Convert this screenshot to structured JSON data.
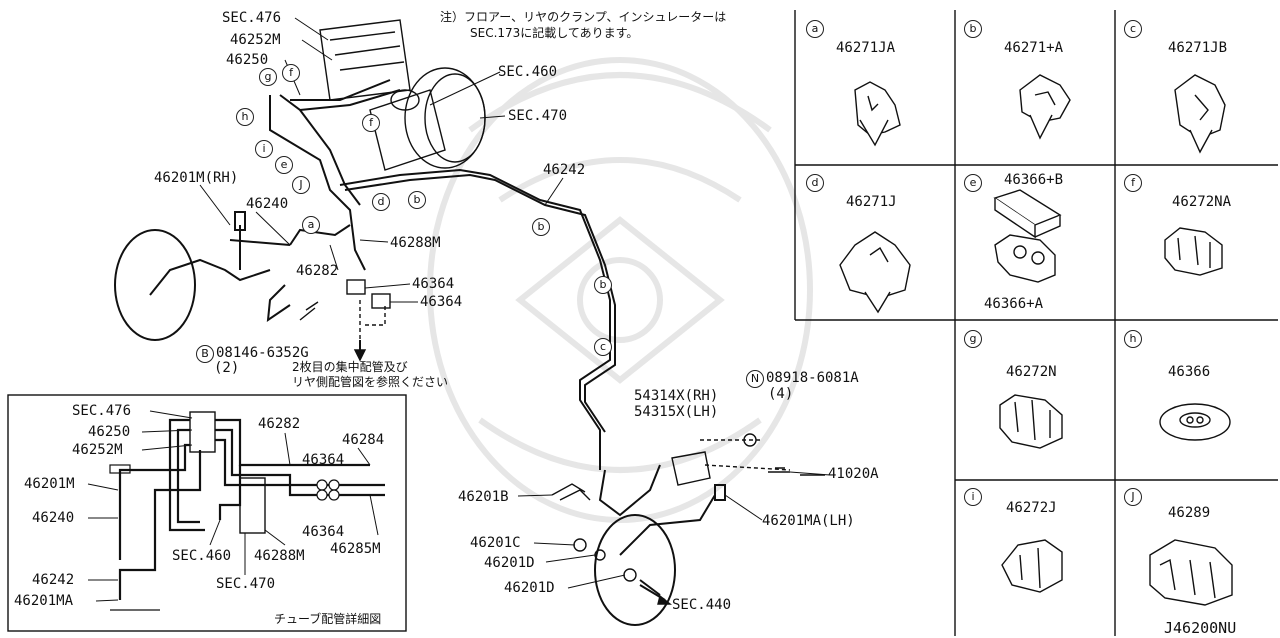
{
  "diagram_code": "J46200NU",
  "watermark": "samurai-helmet-watermark",
  "notes": {
    "top_note_line1": "注）フロアー、リヤのクランプ、インシュレーターは",
    "top_note_line2": "SEC.173に記載してあります。",
    "arrow_note_line1": "2枚目の集中配管及び",
    "arrow_note_line2": "リヤ側配管図を参照ください",
    "inset_caption": "チューブ配管詳細図"
  },
  "main_labels": {
    "sec476": "SEC.476",
    "p46252m": "46252M",
    "p46250": "46250",
    "sec460": "SEC.460",
    "sec470": "SEC.470",
    "p46201m_rh": "46201M(RH)",
    "p46240": "46240",
    "p46242": "46242",
    "p46288m": "46288M",
    "p46282": "46282",
    "p46364a": "46364",
    "p46364b": "46364",
    "bolt_b": "08146-6352G",
    "bolt_b_qty": "(2)",
    "nut_n": "08918-6081A",
    "nut_n_qty": "(4)",
    "p54314x": "54314X(RH)",
    "p54315x": "54315X(LH)",
    "p41020a": "41020A",
    "p46201b": "46201B",
    "p46201ma_lh": "46201MA(LH)",
    "p46201c": "46201C",
    "p46201d_1": "46201D",
    "p46201d_2": "46201D",
    "sec440": "SEC.440"
  },
  "callout_letters": {
    "g": "g",
    "f1": "f",
    "h": "h",
    "f2": "f",
    "i": "i",
    "e": "e",
    "j": "J",
    "a": "a",
    "d": "d",
    "b1": "b",
    "b2": "b",
    "b3": "b",
    "c": "c",
    "B": "B",
    "N": "N"
  },
  "inset_labels": {
    "sec476": "SEC.476",
    "p46250": "46250",
    "p46252m": "46252M",
    "p46282": "46282",
    "p46284": "46284",
    "p46364a": "46364",
    "p46201m": "46201M",
    "p46240": "46240",
    "p46364b": "46364",
    "p46285m": "46285M",
    "sec460": "SEC.460",
    "p46288m": "46288M",
    "sec470": "SEC.470",
    "p46242": "46242",
    "p46201ma": "46201MA"
  },
  "parts_grid": [
    {
      "letter": "a",
      "part": "46271JA"
    },
    {
      "letter": "b",
      "part": "46271+A"
    },
    {
      "letter": "c",
      "part": "46271JB"
    },
    {
      "letter": "d",
      "part": "46271J"
    },
    {
      "letter": "e",
      "part": "46366+B",
      "part2": "46366+A"
    },
    {
      "letter": "f",
      "part": "46272NA"
    },
    {
      "letter": "g",
      "part": "46272N"
    },
    {
      "letter": "h",
      "part": "46366"
    },
    {
      "letter": "i",
      "part": "46272J"
    },
    {
      "letter": "J",
      "part": "46289"
    }
  ]
}
